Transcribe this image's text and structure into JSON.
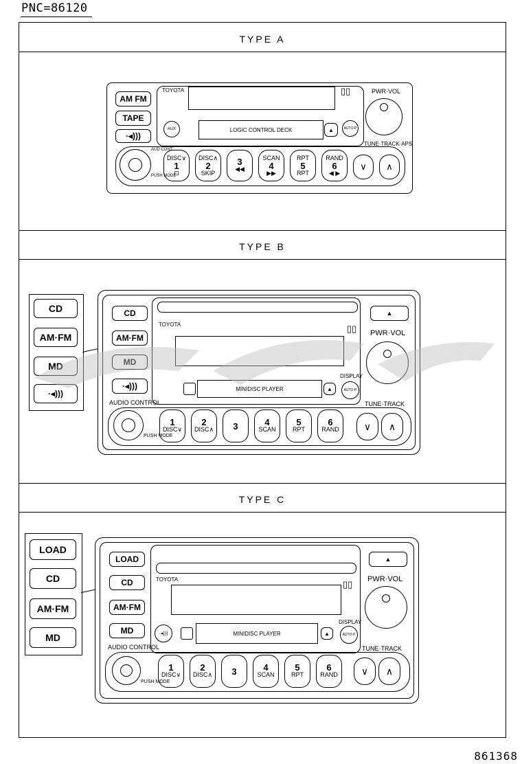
{
  "header": {
    "pnc": "PNC=86120"
  },
  "footer": {
    "ref": "861368"
  },
  "type_a": {
    "title": "TYPE A",
    "buttons": {
      "amfm": "AM FM",
      "tape": "TAPE",
      "aux": "AUX",
      "autop": "AUTO·P"
    },
    "brand": "TOYOTA",
    "deck": "LOGIC CONTROL DECK",
    "pwr_vol": "PWR·VOL",
    "tune_track": "TUNE·TRACK·APS",
    "audio_cont": "AUD CONT",
    "push_mode": "PUSH MODE",
    "presets": [
      {
        "top": "DISC∨",
        "num": "1",
        "bottom": "⊡"
      },
      {
        "top": "DISC∧",
        "num": "2",
        "bottom": "SKIP"
      },
      {
        "top": "",
        "num": "3",
        "bottom": "◀◀"
      },
      {
        "top": "SCAN",
        "num": "4",
        "bottom": "▶▶"
      },
      {
        "top": "RPT",
        "num": "5",
        "bottom": "RPT"
      },
      {
        "top": "RAND",
        "num": "6",
        "bottom": "◀ ▶"
      }
    ]
  },
  "type_b": {
    "title": "TYPE B",
    "external": [
      "CD",
      "AM·FM",
      "MD"
    ],
    "buttons": {
      "cd": "CD",
      "amfm": "AM·FM",
      "md": "MD",
      "autop": "AUTO·P"
    },
    "brand": "TOYOTA",
    "deck": "MINIDISC PLAYER",
    "display_label": "DISPLAY",
    "pwr_vol": "PWR·VOL",
    "audio_control": "AUDIO CONTROL",
    "tune_track": "TUNE·TRACK",
    "push_mode": "PUSH MODE",
    "presets": [
      {
        "num": "1",
        "bottom": "DISC∨"
      },
      {
        "num": "2",
        "bottom": "DISC∧"
      },
      {
        "num": "3",
        "bottom": ""
      },
      {
        "num": "4",
        "bottom": "SCAN"
      },
      {
        "num": "5",
        "bottom": "RPT"
      },
      {
        "num": "6",
        "bottom": "RAND"
      }
    ]
  },
  "type_c": {
    "title": "TYPE C",
    "external": [
      "LOAD",
      "CD",
      "AM·FM",
      "MD"
    ],
    "buttons": {
      "load": "LOAD",
      "cd": "CD",
      "amfm": "AM·FM",
      "md": "MD",
      "autop": "AUTO·P"
    },
    "brand": "TOYOTA",
    "deck": "MINIDISC PLAYER",
    "display_label": "DISPLAY",
    "pwr_vol": "PWR·VOL",
    "audio_control": "AUDIO CONTROL",
    "tune_track": "TUNE·TRACK",
    "push_mode": "PUSH MODE",
    "presets": [
      {
        "num": "1",
        "bottom": "DISC∨"
      },
      {
        "num": "2",
        "bottom": "DISC∧"
      },
      {
        "num": "3",
        "bottom": ""
      },
      {
        "num": "4",
        "bottom": "SCAN"
      },
      {
        "num": "5",
        "bottom": "RPT"
      },
      {
        "num": "6",
        "bottom": "RAND"
      }
    ]
  }
}
